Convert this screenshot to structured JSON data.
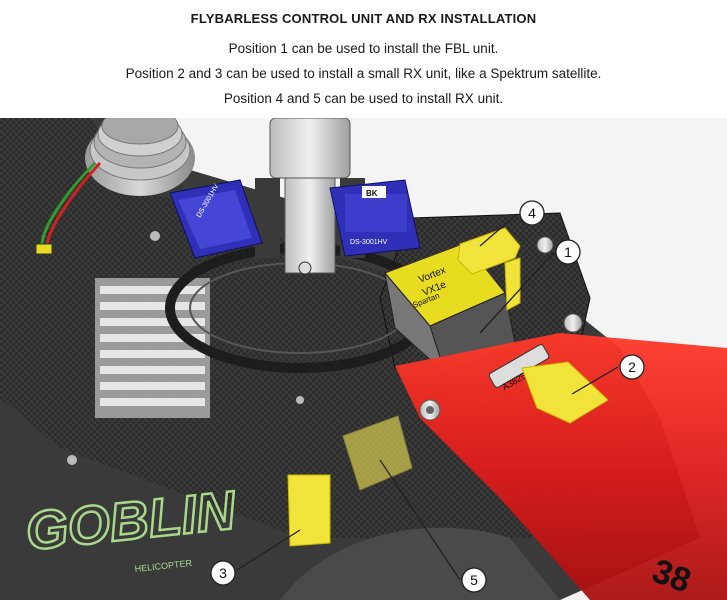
{
  "header": {
    "title": "FLYBARLESS CONTROL UNIT AND RX INSTALLATION",
    "lines": [
      "Position 1 can be used to install the FBL unit.",
      "Position 2 and 3 can be used to install a small RX unit, like a Spektrum satellite.",
      "Position 4 and 5 can be used to install RX unit."
    ]
  },
  "callouts": [
    "1",
    "2",
    "3",
    "4",
    "5"
  ],
  "servo_labels": {
    "left": "DS-3001HV",
    "right": "DS-3001HV",
    "right_badge": "BK"
  },
  "fbl_label": [
    "Vortex",
    "VX1e",
    "Spartan"
  ],
  "part_tag": "A3825S",
  "logo": {
    "text": "GOBLIN",
    "sub": "HELICOPTER"
  },
  "boom_text": "38",
  "colors": {
    "marker_yellow": "#f2e33a",
    "boom_red": "#e01c1c",
    "servo_blue": "#2f2fb8",
    "fbl_yellow": "#e8dc20",
    "logo_green": "#a8d88a"
  }
}
